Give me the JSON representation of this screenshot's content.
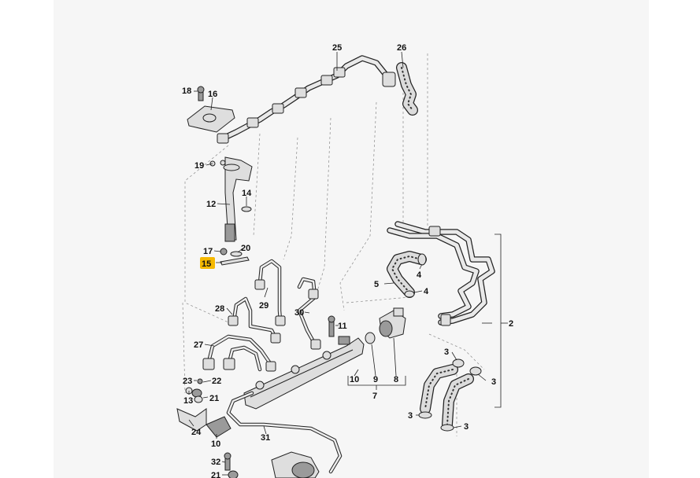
{
  "labels": {
    "p25": "25",
    "p26": "26",
    "p18": "18",
    "p16": "16",
    "p19": "19",
    "p14": "14",
    "p12": "12",
    "p17": "17",
    "p20": "20",
    "p15": "15",
    "p5": "5",
    "p4a": "4",
    "p4b": "4",
    "p29": "29",
    "p28": "28",
    "p30": "30",
    "p11": "11",
    "p2": "2",
    "p27": "27",
    "p3a": "3",
    "p3b": "3",
    "p3c": "3",
    "p3d": "3",
    "p10a": "10",
    "p9": "9",
    "p8": "8",
    "p7": "7",
    "p23": "23",
    "p22": "22",
    "p13": "13",
    "p21a": "21",
    "p24": "24",
    "p10b": "10",
    "p31": "31",
    "p32": "32",
    "p21b": "21"
  },
  "colors": {
    "highlight": "#f5b800",
    "background": "#f6f6f6",
    "line": "#222222"
  }
}
